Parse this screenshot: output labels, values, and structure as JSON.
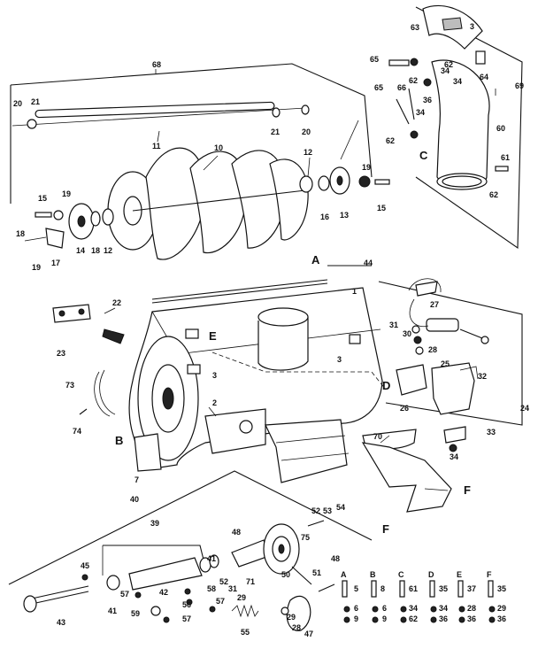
{
  "diagram": {
    "callouts": {
      "c1": "1",
      "c2": "2",
      "c3a": "3",
      "c3b": "3",
      "c3c": "3",
      "c7": "7",
      "c10": "10",
      "c11": "11",
      "c12a": "12",
      "c12b": "12",
      "c13": "13",
      "c14": "14",
      "c15a": "15",
      "c15b": "15",
      "c16": "16",
      "c17": "17",
      "c18a": "18",
      "c18b": "18",
      "c19a": "19",
      "c19b": "19",
      "c19c": "19",
      "c20a": "20",
      "c20b": "20",
      "c21a": "21",
      "c21b": "21",
      "c22": "22",
      "c23": "23",
      "c24": "24",
      "c25": "25",
      "c26": "26",
      "c27": "27",
      "c28a": "28",
      "c28b": "28",
      "c29a": "29",
      "c29b": "29",
      "c30": "30",
      "c31a": "31",
      "c31b": "31",
      "c32": "32",
      "c33": "33",
      "c34a": "34",
      "c34b": "34",
      "c34c": "34",
      "c34d": "34",
      "c36": "36",
      "c39": "39",
      "c40": "40",
      "c41a": "41",
      "c41b": "41",
      "c42": "42",
      "c43": "43",
      "c44": "44",
      "c45": "45",
      "c47": "47",
      "c48a": "48",
      "c48b": "48",
      "c50": "50",
      "c51": "51",
      "c52a": "52",
      "c52b": "52",
      "c53": "53",
      "c54": "54",
      "c55": "55",
      "c56": "56",
      "c57a": "57",
      "c57b": "57",
      "c57c": "57",
      "c58": "58",
      "c59": "59",
      "c60": "60",
      "c61": "61",
      "c62a": "62",
      "c62b": "62",
      "c62c": "62",
      "c62d": "62",
      "c63": "63",
      "c64": "64",
      "c65a": "65",
      "c65b": "65",
      "c66": "66",
      "c68": "68",
      "c69": "69",
      "c70": "70",
      "c71": "71",
      "c73": "73",
      "c74": "74",
      "c75": "75"
    },
    "letters": {
      "A": "A",
      "B": "B",
      "C": "C",
      "D": "D",
      "E": "E",
      "F1": "F",
      "F2": "F"
    },
    "hardware_key": [
      {
        "letter": "A",
        "items": [
          "5",
          "6",
          "9"
        ]
      },
      {
        "letter": "B",
        "items": [
          "8",
          "6",
          "9"
        ]
      },
      {
        "letter": "C",
        "items": [
          "61",
          "34",
          "62"
        ]
      },
      {
        "letter": "D",
        "items": [
          "35",
          "34",
          "36"
        ]
      },
      {
        "letter": "E",
        "items": [
          "37",
          "28",
          "36"
        ]
      },
      {
        "letter": "F",
        "items": [
          "35",
          "29",
          "36"
        ]
      }
    ]
  }
}
